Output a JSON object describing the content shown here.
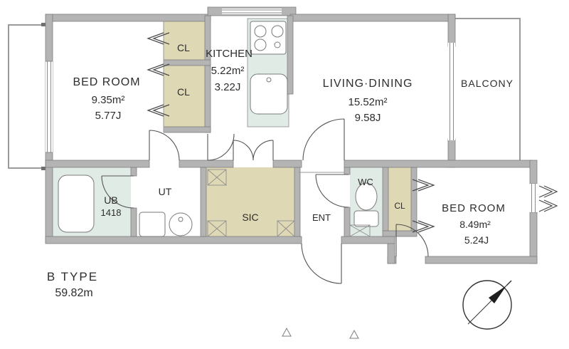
{
  "plan": {
    "type_label": "B TYPE",
    "total_area": "59.82m",
    "rooms": {
      "bedroom1": {
        "name": "BED ROOM",
        "area": "9.35m²",
        "tatami": "5.77J"
      },
      "kitchen": {
        "name": "KITCHEN",
        "area": "5.22m²",
        "tatami": "3.22J"
      },
      "living_dining": {
        "name": "LIVING·DINING",
        "area": "15.52m²",
        "tatami": "9.58J"
      },
      "balcony": {
        "name": "BALCONY"
      },
      "bedroom2": {
        "name": "BED ROOM",
        "area": "8.49m²",
        "tatami": "5.24J"
      },
      "unit_bath": {
        "name": "UB",
        "size": "1418"
      },
      "utility": {
        "name": "UT"
      },
      "shoe_closet": {
        "name": "SIC"
      },
      "entrance": {
        "name": "ENT"
      },
      "toilet": {
        "name": "WC"
      },
      "closet_upper_1": {
        "name": "CL"
      },
      "closet_upper_2": {
        "name": "CL"
      },
      "closet_lower": {
        "name": "CL"
      }
    },
    "colors": {
      "wall": "#b4b4b4",
      "wall_edge": "#7f7f7f",
      "closet_fill": "#ded8b4",
      "wet_area_fill": "#e1ebe6",
      "line": "#555555",
      "text": "#2d2d2d"
    }
  }
}
